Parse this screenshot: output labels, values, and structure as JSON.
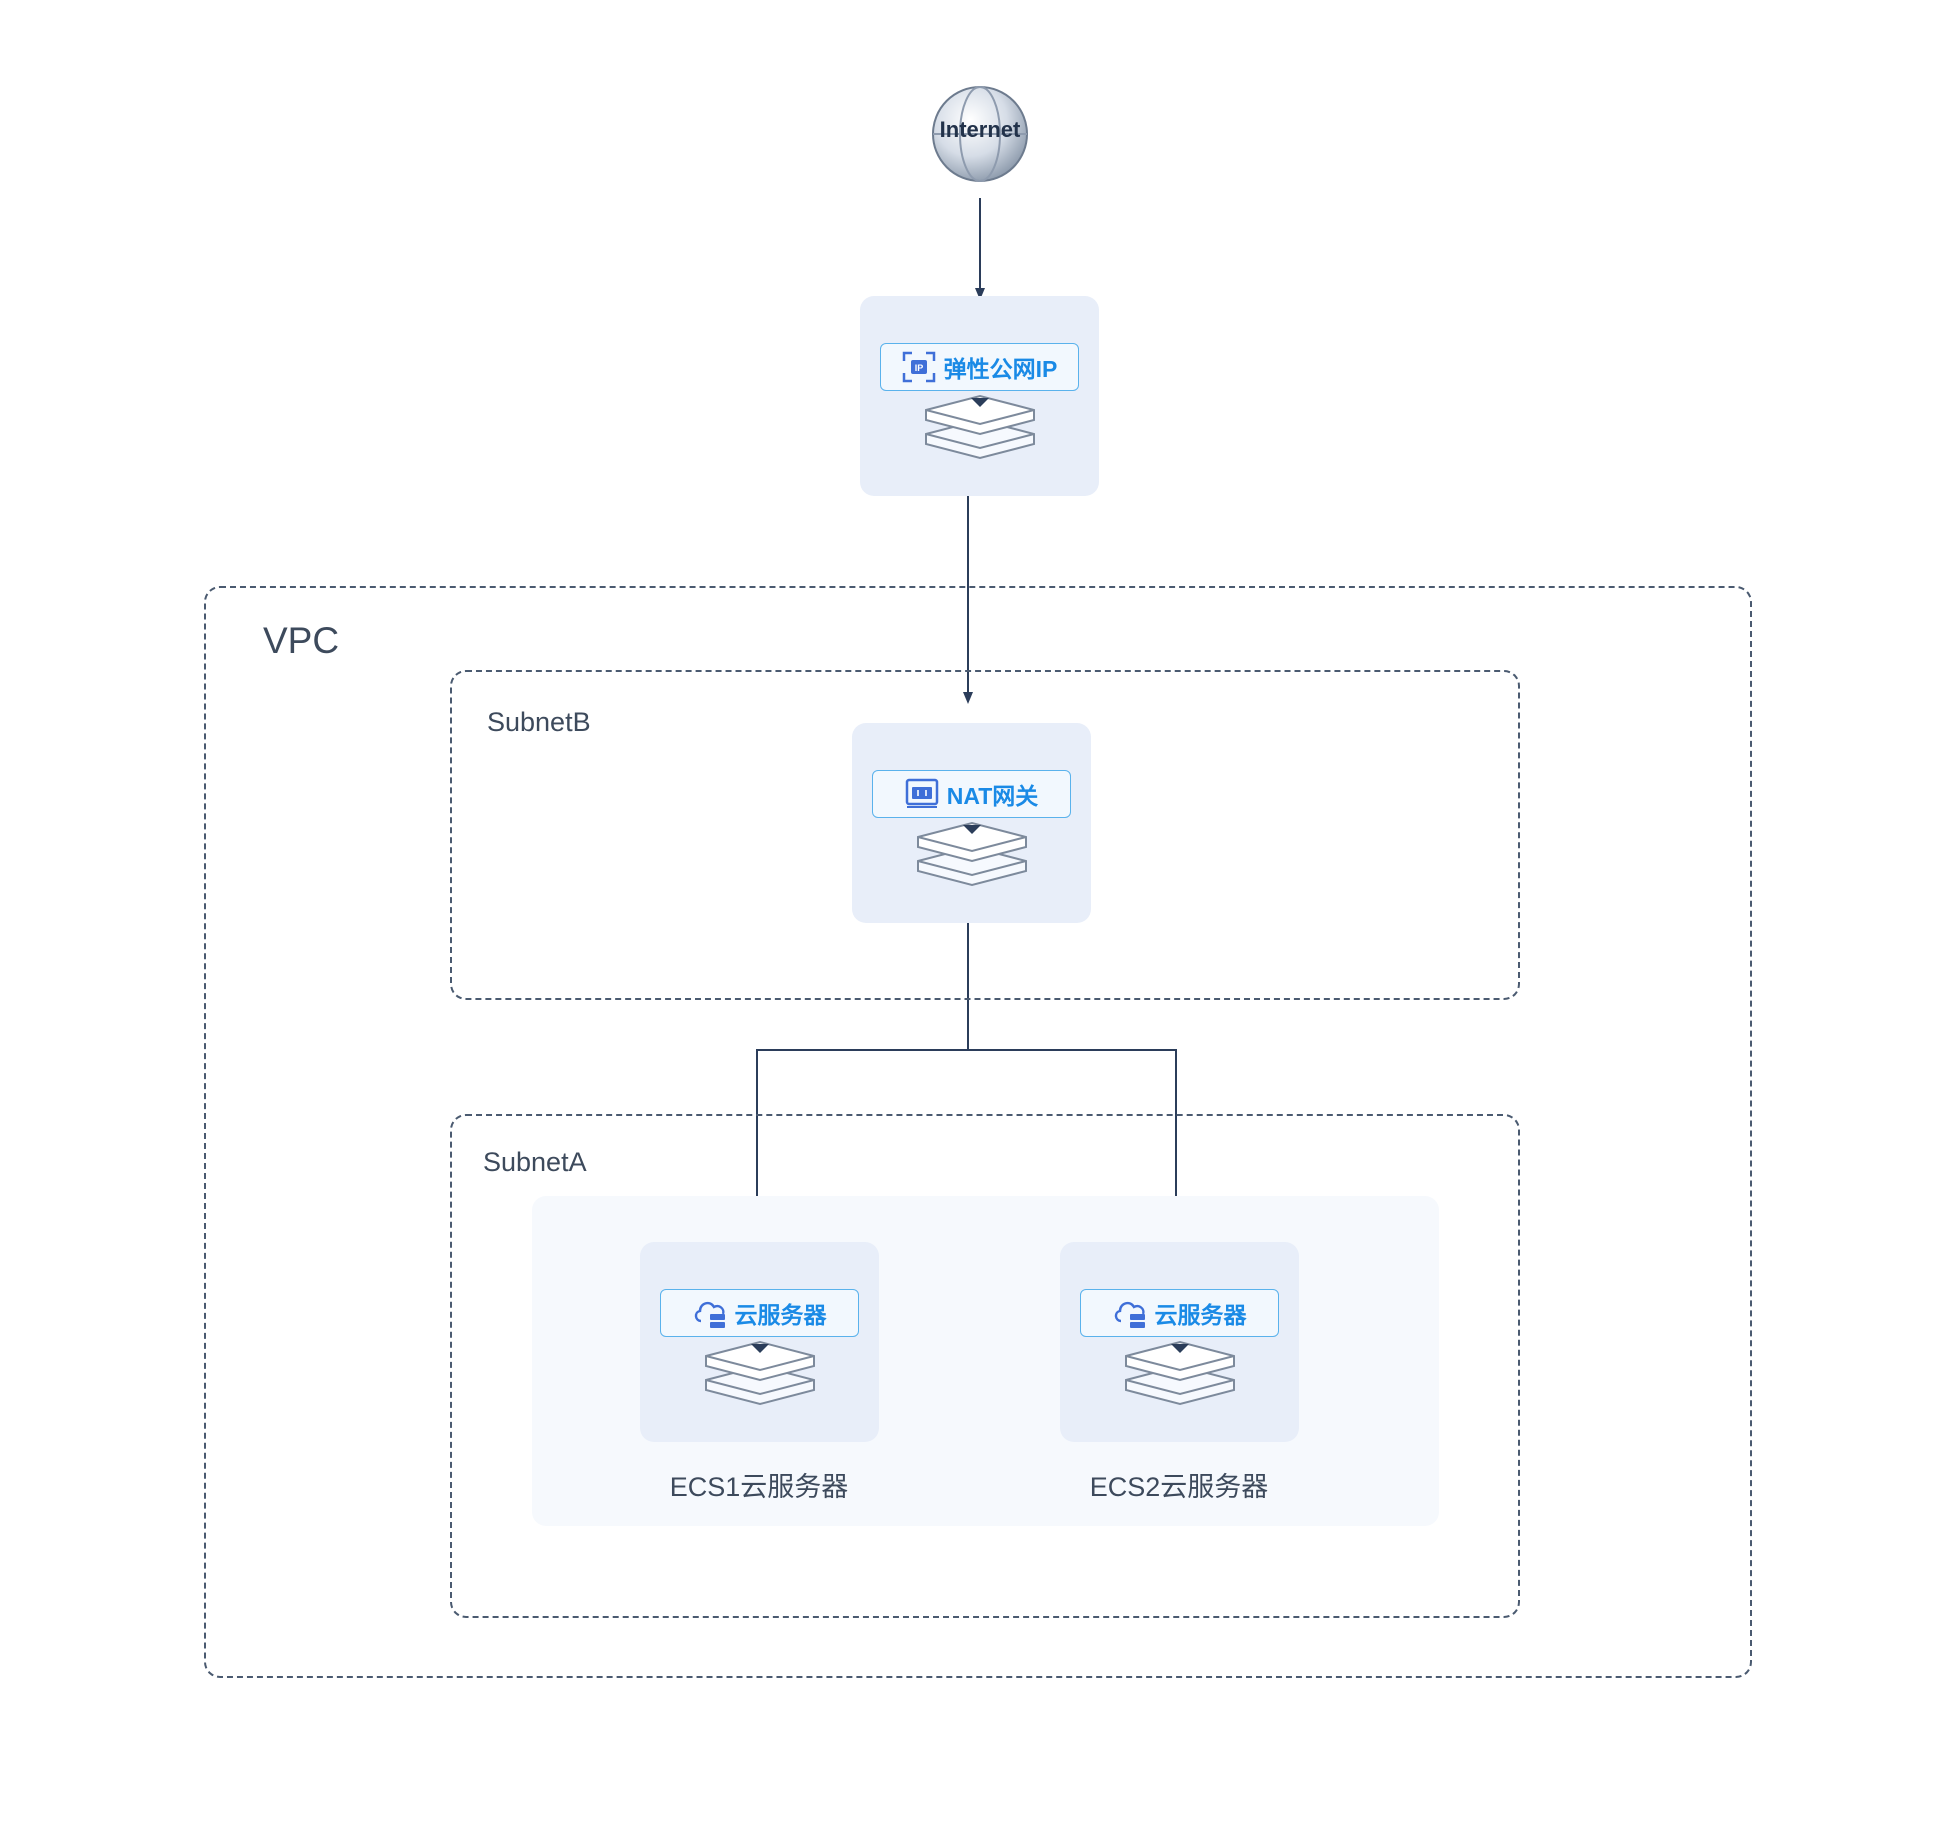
{
  "internet": {
    "label": "Internet"
  },
  "eip": {
    "label": "弹性公网IP"
  },
  "vpc": {
    "label": "VPC"
  },
  "subnet_b": {
    "label": "SubnetB"
  },
  "nat": {
    "label": "NAT网关"
  },
  "subnet_a": {
    "label": "SubnetA"
  },
  "ecs1": {
    "label": "云服务器",
    "caption": "ECS1云服务器"
  },
  "ecs2": {
    "label": "云服务器",
    "caption": "ECS2云服务器"
  },
  "colors": {
    "line": "#2b3d5a",
    "card": "#e8eef9",
    "accent": "#1a8ae6"
  }
}
